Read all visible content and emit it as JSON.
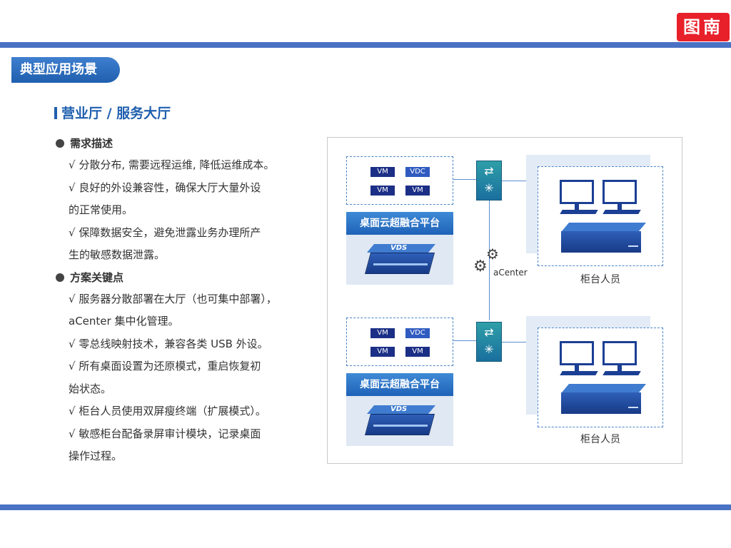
{
  "logo": {
    "text": "图南"
  },
  "section_tag": "典型应用场景",
  "subtitle": "营业厅 / 服务大厅",
  "sections": [
    {
      "heading": "需求描述",
      "lines": [
        "√ 分散分布, 需要远程运维, 降低运维成本。",
        "√ 良好的外设兼容性，确保大厅大量外设",
        "的正常使用。",
        "√ 保障数据安全，避免泄露业务办理所产",
        "生的敏感数据泄露。"
      ]
    },
    {
      "heading": "方案关键点",
      "lines": [
        "√ 服务器分散部署在大厅（也可集中部署），",
        "aCenter 集中化管理。",
        "√ 零总线映射技术，兼容各类 USB 外设。",
        "√ 所有桌面设置为还原模式，重启恢复初",
        "始状态。",
        "√ 柜台人员使用双屏瘦终端（扩展模式）。",
        "√ 敏感柜台配备录屏审计模块，记录桌面",
        "操作过程。"
      ]
    }
  ],
  "diagram": {
    "chips": [
      "VM",
      "VDC",
      "VM",
      "VM"
    ],
    "platform_label": "桌面云超融合平台",
    "server_label": "VDS",
    "center_label": "aCenter",
    "user_caption": "柜台人员",
    "icons": [
      "switch-icon",
      "gear-icon",
      "monitor-icon",
      "thin-client-icon",
      "server-icon"
    ],
    "colors": {
      "accent": "#4a72c4",
      "brand": "#1f5fae",
      "logo": "#e8202a"
    }
  }
}
